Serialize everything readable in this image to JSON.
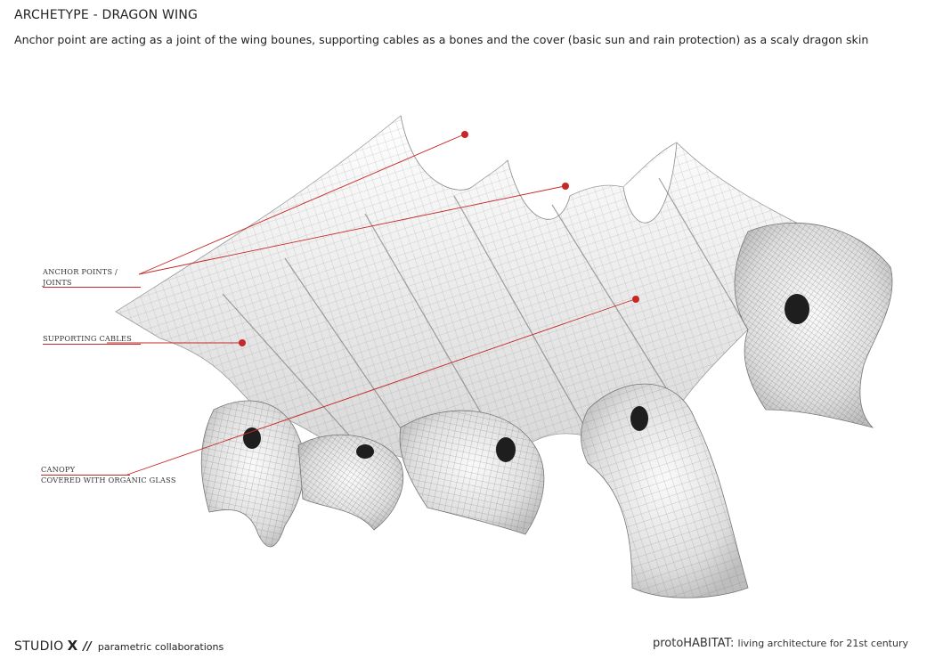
{
  "header": {
    "title": "ARCHETYPE - DRAGON WING",
    "description": "Anchor point are acting as a joint of the wing bounes, supporting cables as a bones and the cover (basic sun and rain protection) as a scaly dragon skin"
  },
  "labels": {
    "anchor_line1": "ANCHOR POINTS /",
    "anchor_line2": "JOINTS",
    "cables": "SUPPORTING CABLES",
    "canopy_line1": "CANOPY",
    "canopy_line2": "COVERED WITH ORGANIC GLASS"
  },
  "footer": {
    "studio": "STUDIO",
    "studio_x": "X",
    "slashes": "//",
    "studio_sub": "parametric collaborations",
    "project": "protoHABITAT:",
    "project_sub": "living architecture for 21st century"
  },
  "colors": {
    "accent": "#c62828",
    "mesh": "#555555"
  }
}
